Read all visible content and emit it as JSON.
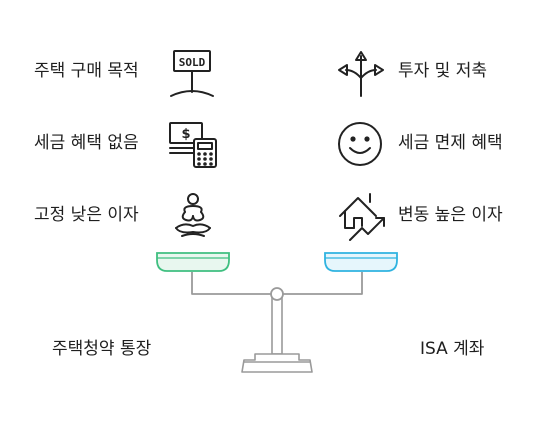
{
  "left": {
    "items": [
      {
        "label": "주택 구매 목적",
        "icon": "sold-sign-icon"
      },
      {
        "label": "세금 혜택 없음",
        "icon": "cash-calculator-icon"
      },
      {
        "label": "고정 낮은 이자",
        "icon": "meditation-icon"
      }
    ],
    "caption": "주택청약 통장",
    "pan_color": "#3fbf80",
    "pan_fill": "#e8f7ef"
  },
  "right": {
    "items": [
      {
        "label": "투자 및 저축",
        "icon": "branching-arrows-icon"
      },
      {
        "label": "세금 면제 혜택",
        "icon": "smiley-face-icon"
      },
      {
        "label": "변동 높은 이자",
        "icon": "house-trend-icon"
      }
    ],
    "caption": "ISA 계좌",
    "pan_color": "#2fb3e0",
    "pan_fill": "#e6f6fc"
  },
  "colors": {
    "stroke": "#222222",
    "beam": "#9a9a9a"
  }
}
